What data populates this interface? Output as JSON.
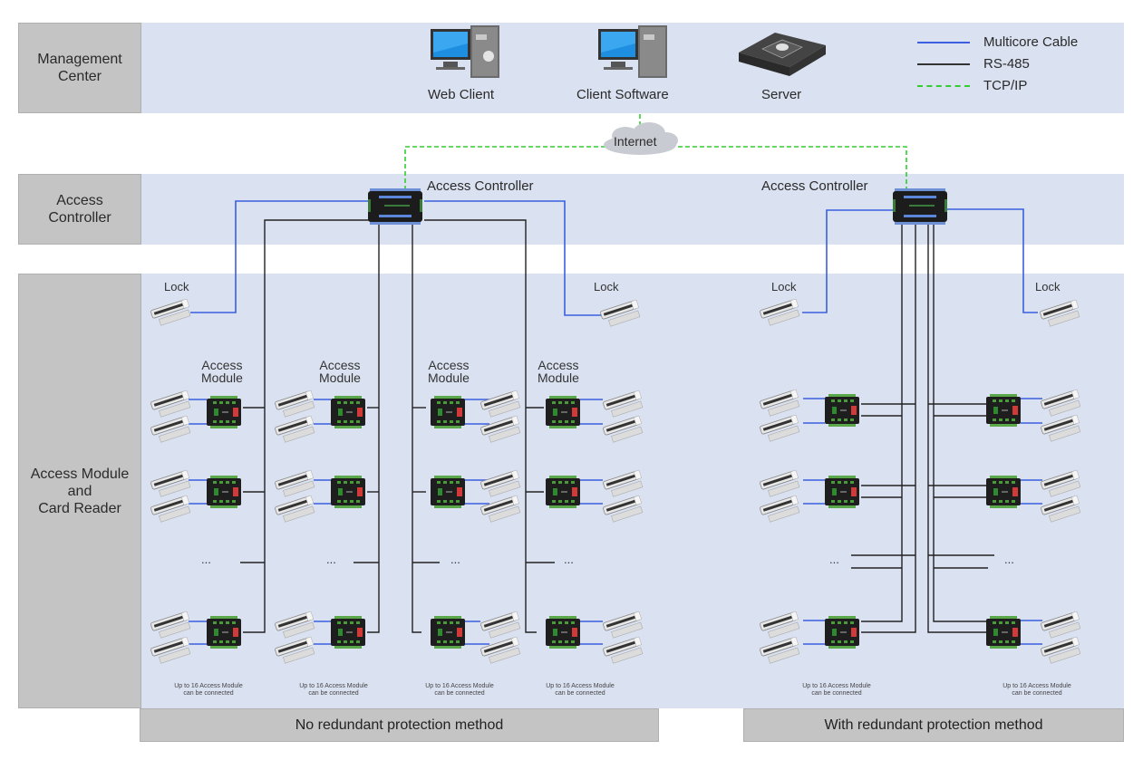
{
  "rows": {
    "management": "Management\nCenter",
    "controller": "Access\nController",
    "module": "Access Module\nand\nCard Reader"
  },
  "devices": {
    "web_client": "Web Client",
    "client_software": "Client Software",
    "server": "Server",
    "internet": "Internet"
  },
  "legend": [
    {
      "label": "Multicore Cable",
      "color": "#3b5fe0",
      "style": "solid"
    },
    {
      "label": "RS-485",
      "color": "#333333",
      "style": "solid"
    },
    {
      "label": "TCP/IP",
      "color": "#33cc33",
      "style": "dashed"
    }
  ],
  "controllers": {
    "left_label": "Access Controller",
    "right_label": "Access Controller"
  },
  "lock_label": "Lock",
  "module_label": "Access\nModule",
  "ellipsis": "...",
  "notes": {
    "n1": "Up to 16 Access Module\ncan be connected",
    "n2": "Up to 16 Access Module\ncan be connected",
    "n3": "Up to 16 Access Module\ncan be connected",
    "n4": "Up to 16 Access Module\ncan be connected",
    "n5": "Up to 16 Access Module\ncan be connected",
    "n6": "Up to 16 Access Module\ncan be connected"
  },
  "footers": {
    "left": "No redundant protection method",
    "right": "With redundant protection method"
  },
  "colors": {
    "multicore": "#3b5fe0",
    "rs485": "#333333",
    "tcpip": "#33cc33",
    "band": "#dae1f0",
    "label_bg": "#c4c4c4"
  }
}
